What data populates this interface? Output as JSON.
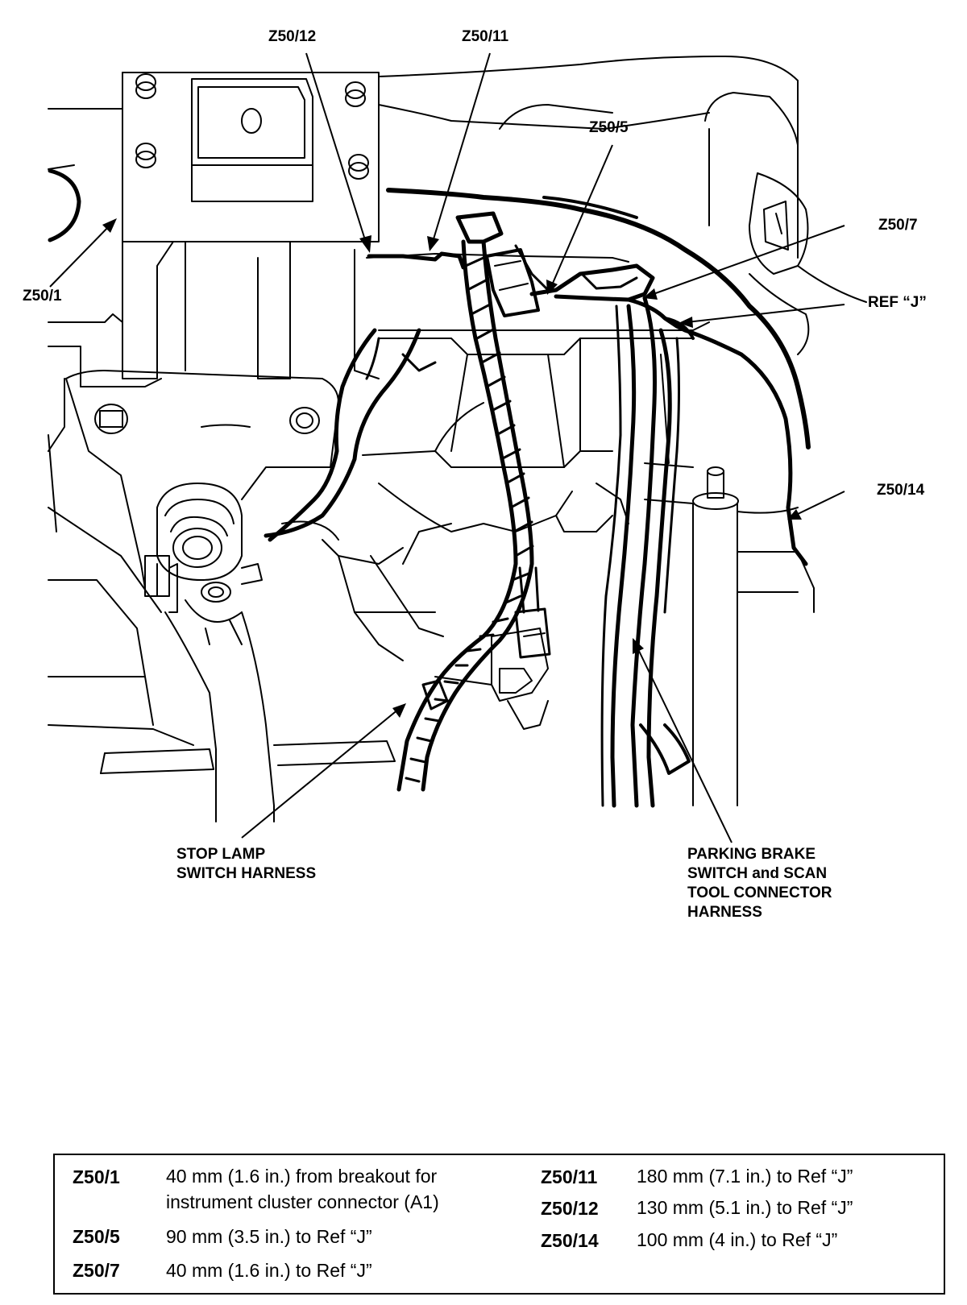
{
  "callouts": {
    "z50_12": "Z50/12",
    "z50_11": "Z50/11",
    "z50_5": "Z50/5",
    "z50_7": "Z50/7",
    "z50_1": "Z50/1",
    "ref_j": "REF “J”",
    "z50_14": "Z50/14",
    "stop_lamp": "STOP LAMP\nSWITCH HARNESS",
    "parking_brake": "PARKING BRAKE\nSWITCH and SCAN\nTOOL CONNECTOR\nHARNESS"
  },
  "legend": {
    "left": [
      {
        "key": "Z50/1",
        "value": "40 mm (1.6 in.) from breakout for\ninstrument cluster connector (A1)"
      },
      {
        "key": "Z50/5",
        "value": "90 mm (3.5 in.) to Ref “J”"
      },
      {
        "key": "Z50/7",
        "value": "40 mm (1.6 in.) to Ref “J”"
      }
    ],
    "right": [
      {
        "key": "Z50/11",
        "value": "180 mm (7.1 in.) to Ref “J”"
      },
      {
        "key": "Z50/12",
        "value": "130 mm (5.1 in.) to Ref “J”"
      },
      {
        "key": "Z50/14",
        "value": "100 mm (4 in.) to Ref “J”"
      }
    ]
  }
}
